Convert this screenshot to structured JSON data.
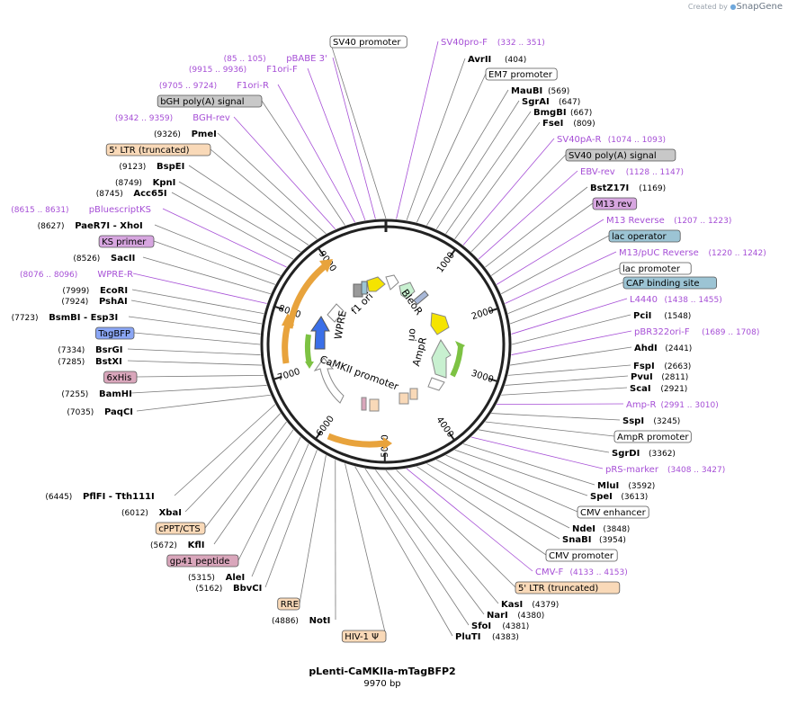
{
  "header": {
    "credit_prefix": "Created by",
    "credit_brand": "SnapGene",
    "logo_icon": "snapgene-logo-icon"
  },
  "plasmid": {
    "name": "pLenti-CaMKIIa-mTagBFP2",
    "length_text": "9970 bp",
    "length": 9970
  },
  "ticks": [
    "1000",
    "2000",
    "3000",
    "4000",
    "5000",
    "6000",
    "7000",
    "8000",
    "9000"
  ],
  "feature_labels": [
    "f1 ori",
    "BleoR",
    "ori",
    "AmpR",
    "WPRE",
    "CaMKII promoter"
  ],
  "labels": [
    {
      "name": "SV40 promoter",
      "pos": "",
      "kind": "box",
      "color": "#ffffff"
    },
    {
      "name": "SV40pro-F",
      "pos": "(332 .. 351)",
      "kind": "primer"
    },
    {
      "name": "AvrII",
      "pos": "(404)",
      "kind": "enzyme"
    },
    {
      "name": "EM7 promoter",
      "pos": "",
      "kind": "box",
      "color": "#ffffff"
    },
    {
      "name": "MauBI",
      "pos": "(569)",
      "kind": "enzyme"
    },
    {
      "name": "SgrAI",
      "pos": "(647)",
      "kind": "enzyme"
    },
    {
      "name": "BmgBI",
      "pos": "(667)",
      "kind": "enzyme"
    },
    {
      "name": "FseI",
      "pos": "(809)",
      "kind": "enzyme"
    },
    {
      "name": "SV40pA-R",
      "pos": "(1074 .. 1093)",
      "kind": "primer"
    },
    {
      "name": "SV40 poly(A) signal",
      "pos": "",
      "kind": "box",
      "color": "#c8c8c8"
    },
    {
      "name": "EBV-rev",
      "pos": "(1128 .. 1147)",
      "kind": "primer"
    },
    {
      "name": "BstZ17I",
      "pos": "(1169)",
      "kind": "enzyme"
    },
    {
      "name": "M13 rev",
      "pos": "",
      "kind": "box",
      "color": "#d7a6e0"
    },
    {
      "name": "M13 Reverse",
      "pos": "(1207 .. 1223)",
      "kind": "primer"
    },
    {
      "name": "lac operator",
      "pos": "",
      "kind": "box",
      "color": "#9cc4d4"
    },
    {
      "name": "M13/pUC Reverse",
      "pos": "(1220 .. 1242)",
      "kind": "primer"
    },
    {
      "name": "lac promoter",
      "pos": "",
      "kind": "box",
      "color": "#ffffff"
    },
    {
      "name": "CAP binding site",
      "pos": "",
      "kind": "box",
      "color": "#9cc4d4"
    },
    {
      "name": "L4440",
      "pos": "(1438 .. 1455)",
      "kind": "primer"
    },
    {
      "name": "PciI",
      "pos": "(1548)",
      "kind": "enzyme"
    },
    {
      "name": "pBR322ori-F",
      "pos": "(1689 .. 1708)",
      "kind": "primer"
    },
    {
      "name": "AhdI",
      "pos": "(2441)",
      "kind": "enzyme"
    },
    {
      "name": "FspI",
      "pos": "(2663)",
      "kind": "enzyme"
    },
    {
      "name": "PvuI",
      "pos": "(2811)",
      "kind": "enzyme"
    },
    {
      "name": "ScaI",
      "pos": "(2921)",
      "kind": "enzyme"
    },
    {
      "name": "Amp-R",
      "pos": "(2991 .. 3010)",
      "kind": "primer"
    },
    {
      "name": "SspI",
      "pos": "(3245)",
      "kind": "enzyme"
    },
    {
      "name": "AmpR promoter",
      "pos": "",
      "kind": "box",
      "color": "#ffffff"
    },
    {
      "name": "SgrDI",
      "pos": "(3362)",
      "kind": "enzyme"
    },
    {
      "name": "pRS-marker",
      "pos": "(3408 .. 3427)",
      "kind": "primer"
    },
    {
      "name": "MluI",
      "pos": "(3592)",
      "kind": "enzyme"
    },
    {
      "name": "SpeI",
      "pos": "(3613)",
      "kind": "enzyme"
    },
    {
      "name": "CMV enhancer",
      "pos": "",
      "kind": "box",
      "color": "#ffffff"
    },
    {
      "name": "NdeI",
      "pos": "(3848)",
      "kind": "enzyme"
    },
    {
      "name": "SnaBI",
      "pos": "(3954)",
      "kind": "enzyme"
    },
    {
      "name": "CMV promoter",
      "pos": "",
      "kind": "box",
      "color": "#ffffff"
    },
    {
      "name": "CMV-F",
      "pos": "(4133 .. 4153)",
      "kind": "primer"
    },
    {
      "name": "5' LTR (truncated)",
      "pos": "",
      "kind": "box",
      "color": "#f9d9b8"
    },
    {
      "name": "KasI",
      "pos": "(4379)",
      "kind": "enzyme"
    },
    {
      "name": "NarI",
      "pos": "(4380)",
      "kind": "enzyme"
    },
    {
      "name": "SfoI",
      "pos": "(4381)",
      "kind": "enzyme"
    },
    {
      "name": "PluTI",
      "pos": "(4383)",
      "kind": "enzyme"
    },
    {
      "name": "HIV-1 Ψ",
      "pos": "",
      "kind": "box",
      "color": "#f9d9b8"
    },
    {
      "name": "NotI",
      "pos": "(4886)",
      "kind": "enzyme"
    },
    {
      "name": "RRE",
      "pos": "",
      "kind": "box",
      "color": "#f9d9b8"
    },
    {
      "name": "BbvCI",
      "pos": "(5162)",
      "kind": "enzyme"
    },
    {
      "name": "AleI",
      "pos": "(5315)",
      "kind": "enzyme"
    },
    {
      "name": "gp41 peptide",
      "pos": "",
      "kind": "box",
      "color": "#d9a6bb"
    },
    {
      "name": "KflI",
      "pos": "(5672)",
      "kind": "enzyme"
    },
    {
      "name": "cPPT/CTS",
      "pos": "",
      "kind": "box",
      "color": "#f9d9b8"
    },
    {
      "name": "XbaI",
      "pos": "(6012)",
      "kind": "enzyme"
    },
    {
      "name": "PflFI - Tth111I",
      "pos": "(6445)",
      "kind": "enzyme"
    },
    {
      "name": "PaqCI",
      "pos": "(7035)",
      "kind": "enzyme"
    },
    {
      "name": "BamHI",
      "pos": "(7255)",
      "kind": "enzyme"
    },
    {
      "name": "6xHis",
      "pos": "",
      "kind": "box",
      "color": "#d9a6bb"
    },
    {
      "name": "BstXI",
      "pos": "(7285)",
      "kind": "enzyme"
    },
    {
      "name": "BsrGI",
      "pos": "(7334)",
      "kind": "enzyme"
    },
    {
      "name": "TagBFP",
      "pos": "",
      "kind": "box",
      "color": "#8aa6f5"
    },
    {
      "name": "BsmBI - Esp3I",
      "pos": "(7723)",
      "kind": "enzyme"
    },
    {
      "name": "PshAI",
      "pos": "(7924)",
      "kind": "enzyme"
    },
    {
      "name": "EcoRI",
      "pos": "(7999)",
      "kind": "enzyme"
    },
    {
      "name": "WPRE-R",
      "pos": "(8076 .. 8096)",
      "kind": "primer"
    },
    {
      "name": "SacII",
      "pos": "(8526)",
      "kind": "enzyme"
    },
    {
      "name": "KS primer",
      "pos": "",
      "kind": "box",
      "color": "#d7a6e0"
    },
    {
      "name": "PaeR7I - XhoI",
      "pos": "(8627)",
      "kind": "enzyme"
    },
    {
      "name": "pBluescriptKS",
      "pos": "(8615 .. 8631)",
      "kind": "primer"
    },
    {
      "name": "Acc65I",
      "pos": "(8745)",
      "kind": "enzyme"
    },
    {
      "name": "KpnI",
      "pos": "(8749)",
      "kind": "enzyme"
    },
    {
      "name": "BspEI",
      "pos": "(9123)",
      "kind": "enzyme"
    },
    {
      "name": "5' LTR (truncated)",
      "pos": "",
      "kind": "box",
      "color": "#f9d9b8"
    },
    {
      "name": "PmeI",
      "pos": "(9326)",
      "kind": "enzyme"
    },
    {
      "name": "BGH-rev",
      "pos": "(9342 .. 9359)",
      "kind": "primer"
    },
    {
      "name": "bGH poly(A) signal",
      "pos": "",
      "kind": "box",
      "color": "#c8c8c8"
    },
    {
      "name": "F1ori-R",
      "pos": "(9705 .. 9724)",
      "kind": "primer"
    },
    {
      "name": "F1ori-F",
      "pos": "(9915 .. 9936)",
      "kind": "primer"
    },
    {
      "name": "pBABE 3'",
      "pos": "(85 .. 105)",
      "kind": "primer"
    }
  ],
  "colors": {
    "primer": "#a64fd6",
    "enzyme": "#000000",
    "backbone": "#222222",
    "orange_arrow": "#e8a33c",
    "green_arrow": "#7dc243",
    "yellow": "#f5e400",
    "blue": "#3a6fe8",
    "mint": "#c8f0d0"
  }
}
